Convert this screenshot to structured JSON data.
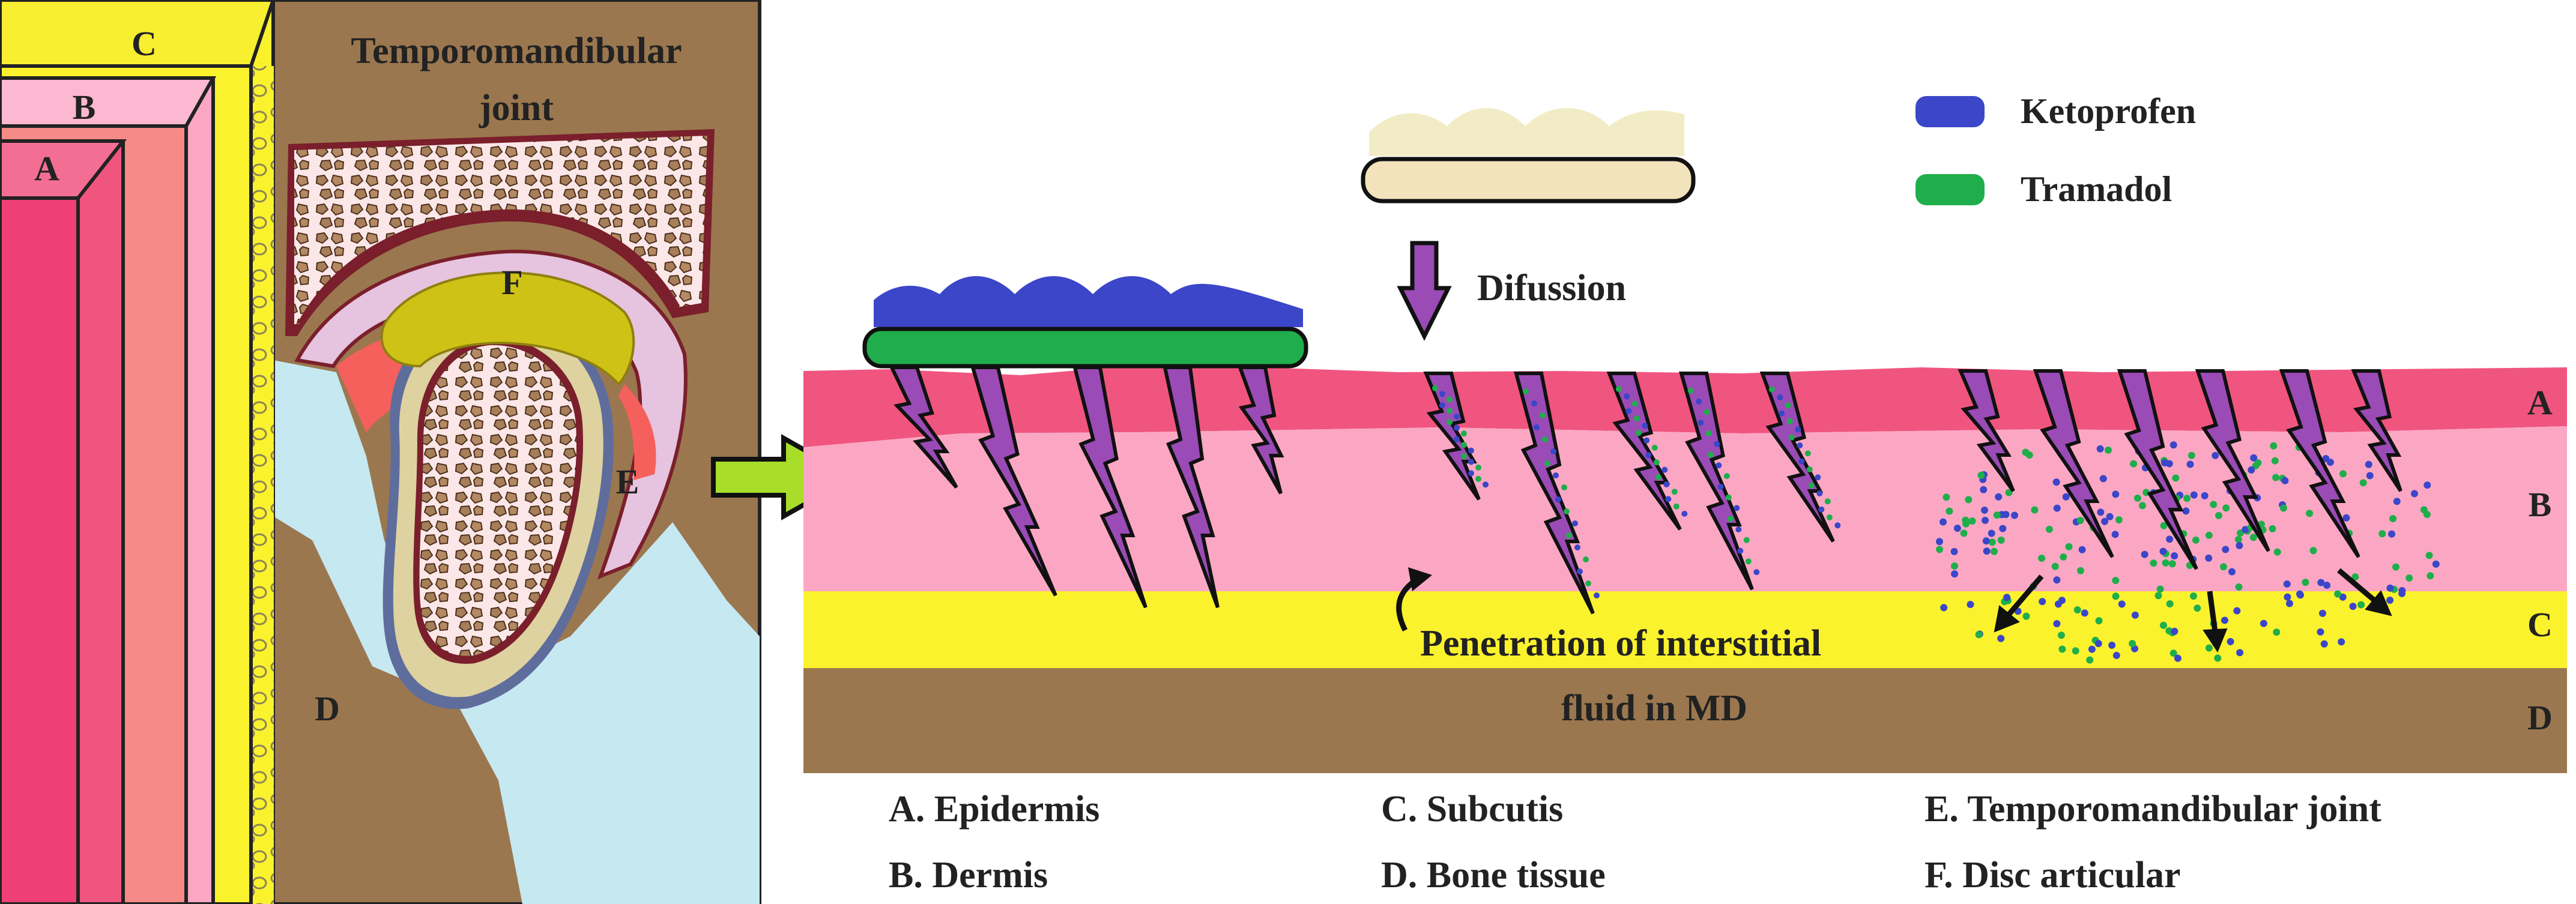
{
  "left_panel": {
    "title_line1": "Temporomandibular",
    "title_line2": "joint",
    "layer_labels": {
      "a": "A",
      "b": "B",
      "c": "C",
      "d": "D",
      "e": "E",
      "f": "F"
    }
  },
  "right_panel": {
    "diffusion_label": "Difussion",
    "penetration_line1": "Penetration of interstitial",
    "penetration_line2": "fluid in MD",
    "layer_labels": {
      "a": "A",
      "b": "B",
      "c": "C",
      "d": "D"
    }
  },
  "legend": {
    "items": [
      {
        "label": "Ketoprofen",
        "color": "#3b46c8"
      },
      {
        "label": "Tramadol",
        "color": "#1fae4b"
      }
    ]
  },
  "key": {
    "items": [
      "A. Epidermis",
      "B. Dermis",
      "C. Subcutis",
      "D. Bone tissue",
      "E. Temporomandibular joint",
      "F. Disc articular"
    ]
  },
  "colors": {
    "epidermis": "#f0557f",
    "dermis": "#fba7c4",
    "subcutis": "#fbf22e",
    "bone": "#9b774f",
    "microneedle": "#9a4bb6",
    "ketoprofen": "#3b46c8",
    "tramadol": "#1fae4b",
    "arrow": "#a8de2a"
  }
}
